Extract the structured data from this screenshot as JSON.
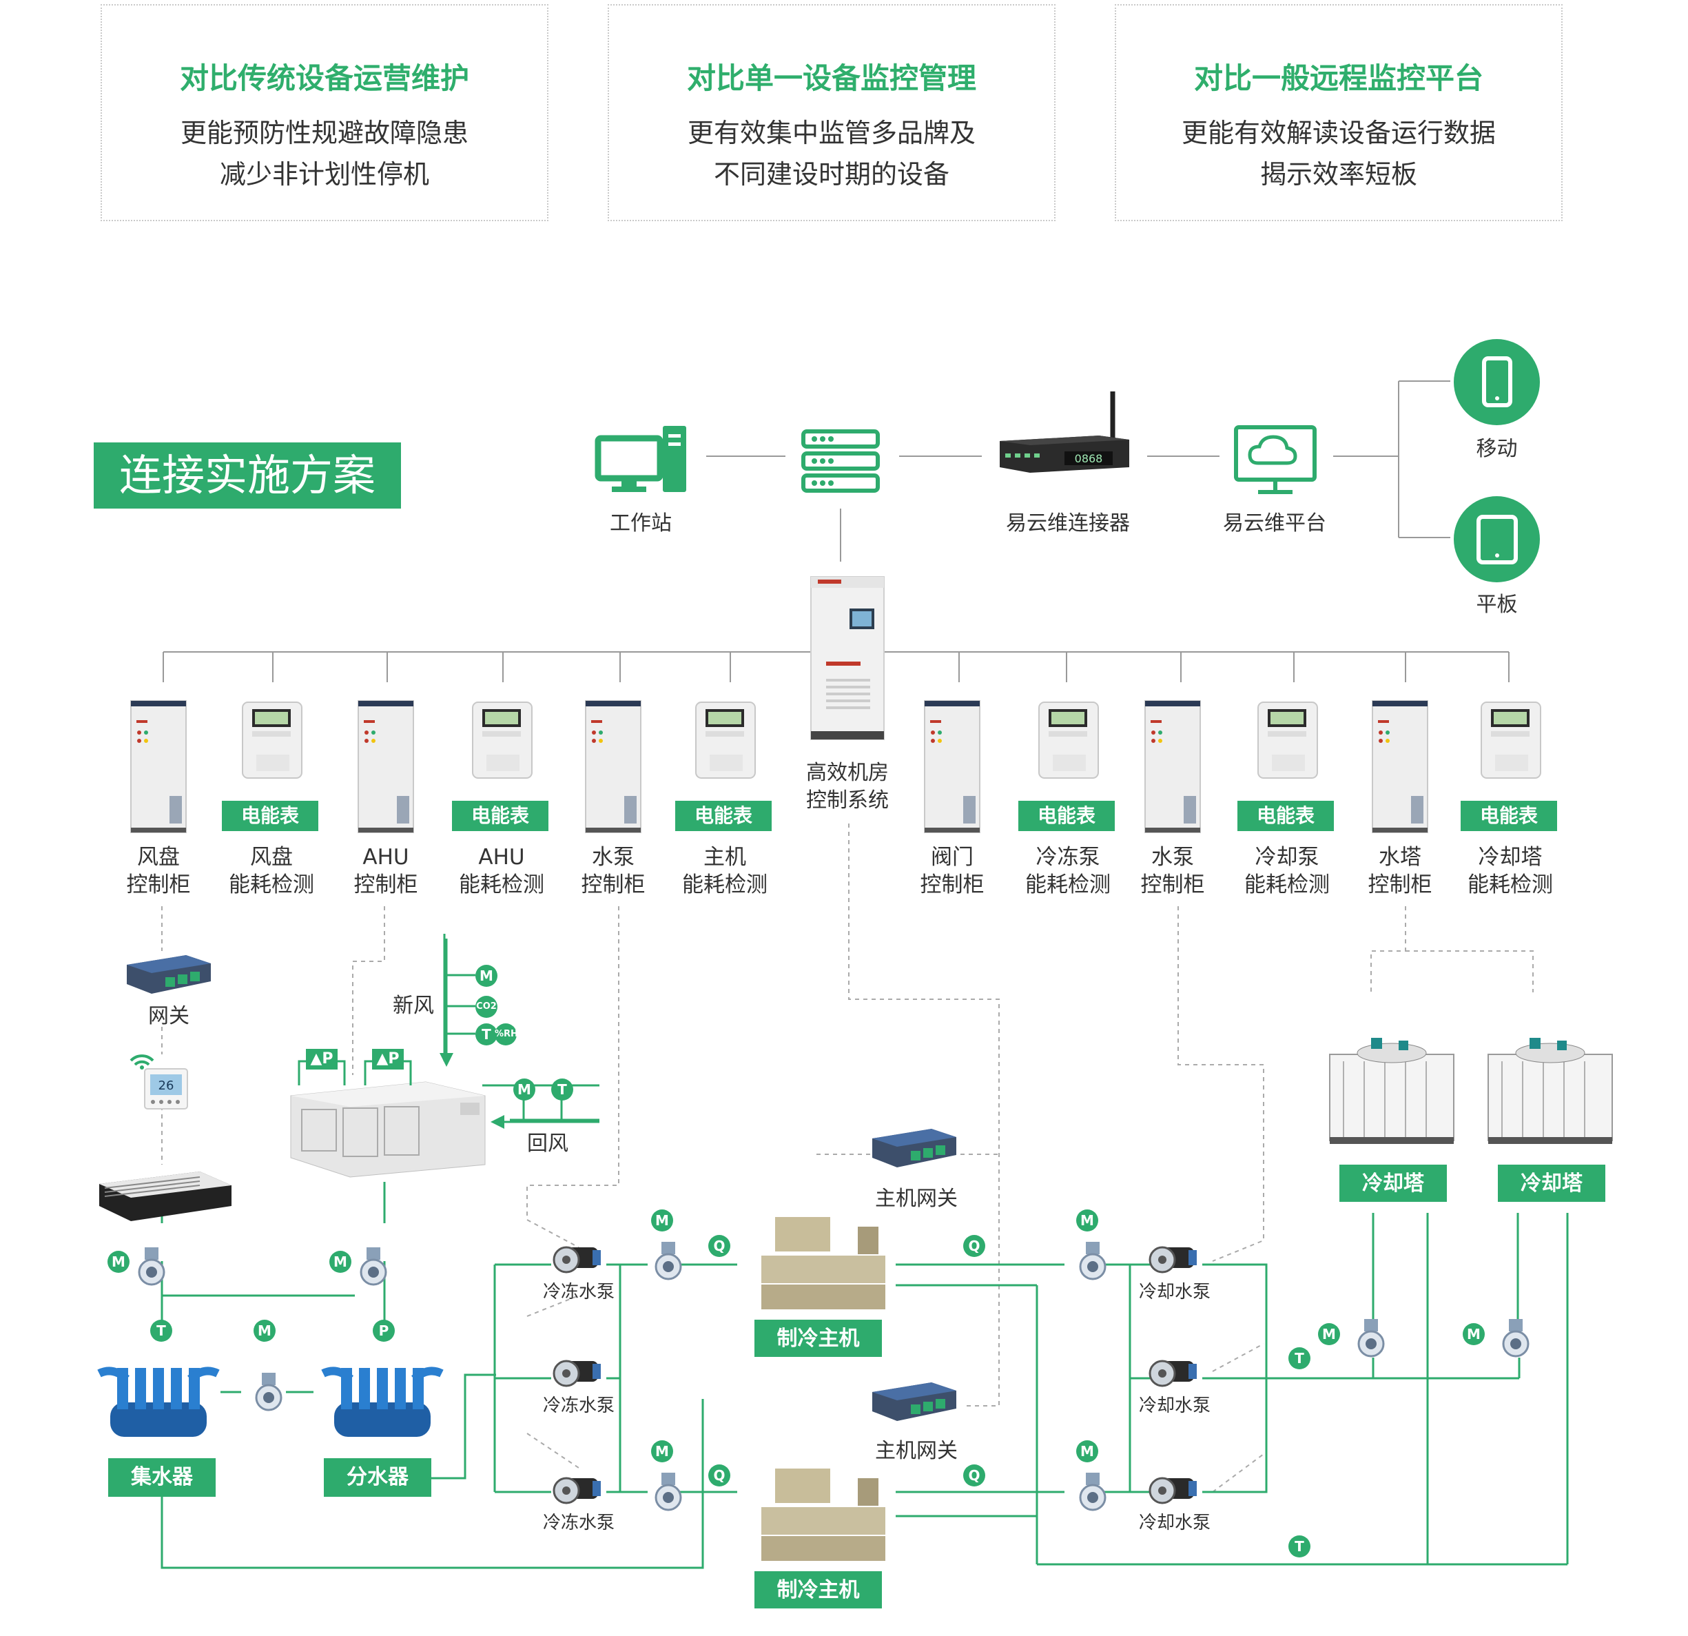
{
  "cards": [
    {
      "title": "对比传统设备运营维护",
      "line1": "更能预防性规避故障隐患",
      "line2": "减少非计划性停机"
    },
    {
      "title": "对比单一设备监控管理",
      "line1": "更有效集中监管多品牌及",
      "line2": "不同建设时期的设备"
    },
    {
      "title": "对比一般远程监控平台",
      "line1": "更能有效解读设备运行数据",
      "line2": "揭示效率短板"
    }
  ],
  "plan_title": "连接实施方案",
  "top_nodes": {
    "workstation": "工作站",
    "connector": "易云维连接器",
    "platform": "易云维平台",
    "mobile": "移动",
    "tablet": "平板"
  },
  "connector_display": "0868",
  "controller_label": "高效机房\n控制系统",
  "meter_badge": "电能表",
  "row_devices": [
    {
      "label": "风盘\n控制柜",
      "kind": "cabinet"
    },
    {
      "label": "风盘\n能耗检测",
      "kind": "meter"
    },
    {
      "label": "AHU\n控制柜",
      "kind": "cabinet"
    },
    {
      "label": "AHU\n能耗检测",
      "kind": "meter"
    },
    {
      "label": "水泵\n控制柜",
      "kind": "cabinet"
    },
    {
      "label": "主机\n能耗检测",
      "kind": "meter"
    },
    {
      "label": "阀门\n控制柜",
      "kind": "cabinet"
    },
    {
      "label": "冷冻泵\n能耗检测",
      "kind": "meter"
    },
    {
      "label": "水泵\n控制柜",
      "kind": "cabinet"
    },
    {
      "label": "冷却泵\n能耗检测",
      "kind": "meter"
    },
    {
      "label": "水塔\n控制柜",
      "kind": "cabinet"
    },
    {
      "label": "冷却塔\n能耗检测",
      "kind": "meter"
    }
  ],
  "lower": {
    "gateway": "网关",
    "thermostat_display": "26",
    "fresh_air": "新风",
    "return_air": "回风",
    "dp": "▲P",
    "co2": "CO2",
    "rh": "%RH",
    "sensor_m": "M",
    "sensor_t": "T",
    "sensor_p": "P",
    "sensor_q": "Q",
    "chiller_gateway": "主机网关",
    "chilled_pump": "冷冻水泵",
    "cooling_pump": "冷却水泵",
    "chiller": "制冷主机",
    "cooling_tower": "冷却塔",
    "collector": "集水器",
    "distributor": "分水器"
  },
  "colors": {
    "accent": "#2eab6d",
    "line": "#999999",
    "blue": "#2a6fb5"
  }
}
